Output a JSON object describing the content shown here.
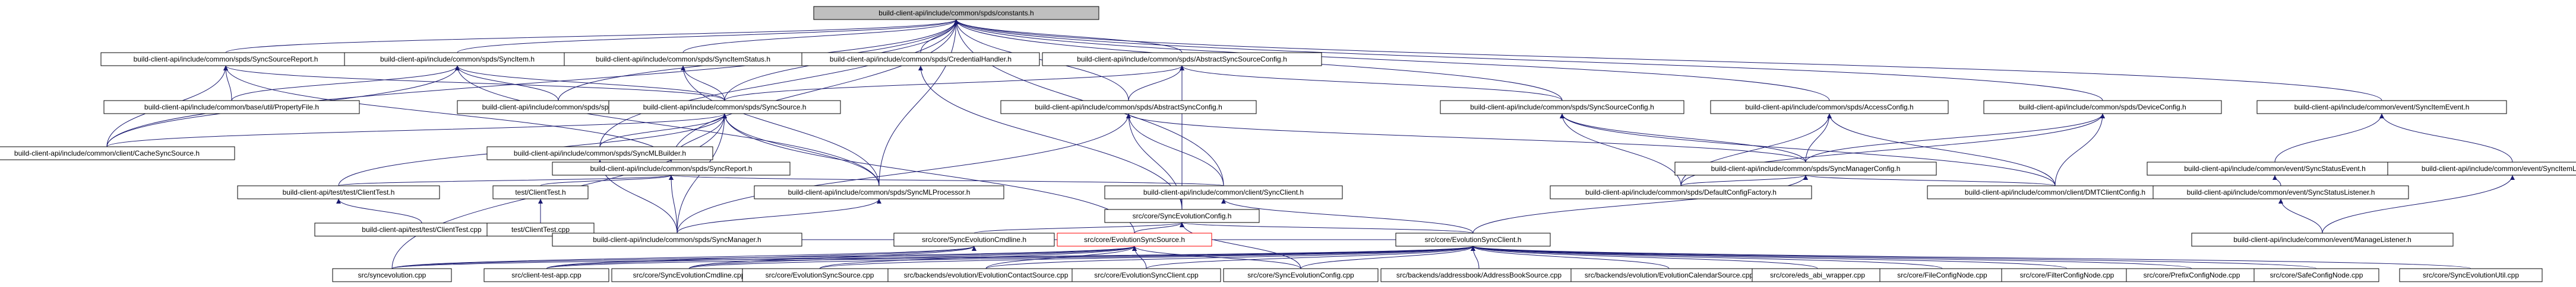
{
  "colors": {
    "edge": "#191970",
    "root_fill": "#bfbfbf",
    "node_border": "#000000",
    "red_border": "#ff0000"
  },
  "nodes": [
    {
      "id": "constants",
      "label": "build-client-api/include/common/spds/constants.h",
      "root": true
    },
    {
      "id": "SyncSourceReport",
      "label": "build-client-api/include/common/spds/SyncSourceReport.h"
    },
    {
      "id": "SyncItem",
      "label": "build-client-api/include/common/spds/SyncItem.h"
    },
    {
      "id": "SyncItemStatus",
      "label": "build-client-api/include/common/spds/SyncItemStatus.h"
    },
    {
      "id": "CredentialHandler",
      "label": "build-client-api/include/common/spds/CredentialHandler.h"
    },
    {
      "id": "AbstractSyncSourceConfig",
      "label": "build-client-api/include/common/spds/AbstractSyncSourceConfig.h"
    },
    {
      "id": "PropertyFile",
      "label": "build-client-api/include/common/base/util/PropertyFile.h"
    },
    {
      "id": "spdsutils",
      "label": "build-client-api/include/common/spds/spdsutils.h"
    },
    {
      "id": "SyncSource",
      "label": "build-client-api/include/common/spds/SyncSource.h"
    },
    {
      "id": "AbstractSyncConfig",
      "label": "build-client-api/include/common/spds/AbstractSyncConfig.h"
    },
    {
      "id": "SyncSourceConfig",
      "label": "build-client-api/include/common/spds/SyncSourceConfig.h"
    },
    {
      "id": "AccessConfig",
      "label": "build-client-api/include/common/spds/AccessConfig.h"
    },
    {
      "id": "DeviceConfig",
      "label": "build-client-api/include/common/spds/DeviceConfig.h"
    },
    {
      "id": "SyncItemEvent",
      "label": "build-client-api/include/common/event/SyncItemEvent.h"
    },
    {
      "id": "CacheSyncSource",
      "label": "build-client-api/include/common/client/CacheSyncSource.h"
    },
    {
      "id": "SyncMLBuilder",
      "label": "build-client-api/include/common/spds/SyncMLBuilder.h"
    },
    {
      "id": "SyncManagerConfig",
      "label": "build-client-api/include/common/spds/SyncManagerConfig.h"
    },
    {
      "id": "SyncStatusEvent",
      "label": "build-client-api/include/common/event/SyncStatusEvent.h"
    },
    {
      "id": "SyncItemListener",
      "label": "build-client-api/include/common/event/SyncItemListener.h"
    },
    {
      "id": "ClientTest_h",
      "label": "build-client-api/test/test/ClientTest.h"
    },
    {
      "id": "SyncReport",
      "label": "build-client-api/include/common/spds/SyncReport.h"
    },
    {
      "id": "TestClientTest_h",
      "label": "test/ClientTest.h"
    },
    {
      "id": "SyncMLProcessor",
      "label": "build-client-api/include/common/spds/SyncMLProcessor.h"
    },
    {
      "id": "SyncClient",
      "label": "build-client-api/include/common/client/SyncClient.h"
    },
    {
      "id": "DefaultConfigFactory",
      "label": "build-client-api/include/common/spds/DefaultConfigFactory.h"
    },
    {
      "id": "DMTClientConfig",
      "label": "build-client-api/include/common/client/DMTClientConfig.h"
    },
    {
      "id": "SyncStatusListener",
      "label": "build-client-api/include/common/event/SyncStatusListener.h"
    },
    {
      "id": "ClientTest_cpp_build",
      "label": "build-client-api/test/test/ClientTest.cpp"
    },
    {
      "id": "ClientTest_cpp",
      "label": "test/ClientTest.cpp"
    },
    {
      "id": "SyncEvolutionConfig_h",
      "label": "src/core/SyncEvolutionConfig.h"
    },
    {
      "id": "SyncManager",
      "label": "build-client-api/include/common/spds/SyncManager.h"
    },
    {
      "id": "SyncEvolutionCmdline_h",
      "label": "src/core/SyncEvolutionCmdline.h"
    },
    {
      "id": "EvolutionSyncSource_h",
      "label": "src/core/EvolutionSyncSource.h",
      "red": true
    },
    {
      "id": "EvolutionSyncClient_h",
      "label": "src/core/EvolutionSyncClient.h"
    },
    {
      "id": "ManageListener",
      "label": "build-client-api/include/common/event/ManageListener.h"
    },
    {
      "id": "syncevolution_cpp",
      "label": "src/syncevolution.cpp"
    },
    {
      "id": "client_test_app",
      "label": "src/client-test-app.cpp"
    },
    {
      "id": "SyncEvolutionCmdline_cpp",
      "label": "src/core/SyncEvolutionCmdline.cpp"
    },
    {
      "id": "EvolutionSyncSource_cpp",
      "label": "src/core/EvolutionSyncSource.cpp"
    },
    {
      "id": "EvolutionContactSource",
      "label": "src/backends/evolution/EvolutionContactSource.cpp"
    },
    {
      "id": "EvolutionSyncClient_cpp",
      "label": "src/core/EvolutionSyncClient.cpp"
    },
    {
      "id": "SyncEvolutionConfig_cpp",
      "label": "src/core/SyncEvolutionConfig.cpp"
    },
    {
      "id": "AddressBookSource",
      "label": "src/backends/addressbook/AddressBookSource.cpp"
    },
    {
      "id": "EvolutionCalendarSource",
      "label": "src/backends/evolution/EvolutionCalendarSource.cpp"
    },
    {
      "id": "eds_abi_wrapper",
      "label": "src/core/eds_abi_wrapper.cpp"
    },
    {
      "id": "FileConfigNode",
      "label": "src/core/FileConfigNode.cpp"
    },
    {
      "id": "FilterConfigNode",
      "label": "src/core/FilterConfigNode.cpp"
    },
    {
      "id": "PrefixConfigNode",
      "label": "src/core/PrefixConfigNode.cpp"
    },
    {
      "id": "SafeConfigNode",
      "label": "src/core/SafeConfigNode.cpp"
    },
    {
      "id": "SyncEvolutionUtil",
      "label": "src/core/SyncEvolutionUtil.cpp"
    }
  ],
  "edges": [
    [
      "SyncSourceReport",
      "constants"
    ],
    [
      "SyncItem",
      "constants"
    ],
    [
      "SyncItemStatus",
      "constants"
    ],
    [
      "CredentialHandler",
      "constants"
    ],
    [
      "AbstractSyncSourceConfig",
      "constants"
    ],
    [
      "SyncSource",
      "constants"
    ],
    [
      "AbstractSyncConfig",
      "constants"
    ],
    [
      "SyncSourceConfig",
      "constants"
    ],
    [
      "AccessConfig",
      "constants"
    ],
    [
      "DeviceConfig",
      "constants"
    ],
    [
      "SyncItemEvent",
      "constants"
    ],
    [
      "CacheSyncSource",
      "constants"
    ],
    [
      "SyncMLBuilder",
      "constants"
    ],
    [
      "SyncReport",
      "constants"
    ],
    [
      "SyncMLProcessor",
      "constants"
    ],
    [
      "SyncClient",
      "constants"
    ],
    [
      "spdsutils",
      "constants"
    ],
    [
      "PropertyFile",
      "SyncSourceReport"
    ],
    [
      "SyncSource",
      "SyncSourceReport"
    ],
    [
      "CacheSyncSource",
      "SyncSourceReport"
    ],
    [
      "SyncReport",
      "SyncSourceReport"
    ],
    [
      "spdsutils",
      "SyncItem"
    ],
    [
      "SyncSource",
      "SyncItem"
    ],
    [
      "CacheSyncSource",
      "SyncItem"
    ],
    [
      "SyncMLProcessor",
      "SyncItem"
    ],
    [
      "PropertyFile",
      "SyncItem"
    ],
    [
      "SyncSource",
      "SyncItemStatus"
    ],
    [
      "SyncMLProcessor",
      "SyncItemStatus"
    ],
    [
      "SyncEvolutionConfig_h",
      "CredentialHandler"
    ],
    [
      "SyncSource",
      "AbstractSyncSourceConfig"
    ],
    [
      "AbstractSyncConfig",
      "AbstractSyncSourceConfig"
    ],
    [
      "SyncSourceConfig",
      "AbstractSyncSourceConfig"
    ],
    [
      "SyncEvolutionConfig_h",
      "AbstractSyncSourceConfig"
    ],
    [
      "CacheSyncSource",
      "SyncSource"
    ],
    [
      "SyncMLBuilder",
      "SyncSource"
    ],
    [
      "SyncReport",
      "SyncSource"
    ],
    [
      "ClientTest_h",
      "SyncSource"
    ],
    [
      "SyncMLProcessor",
      "SyncSource"
    ],
    [
      "EvolutionSyncSource_h",
      "SyncSource"
    ],
    [
      "SyncManager",
      "SyncSource"
    ],
    [
      "syncevolution_cpp",
      "SyncSource"
    ],
    [
      "SyncEvolutionConfig_h",
      "AbstractSyncConfig"
    ],
    [
      "SyncManagerConfig",
      "AbstractSyncConfig"
    ],
    [
      "SyncClient",
      "AbstractSyncConfig"
    ],
    [
      "SyncManager",
      "AbstractSyncConfig"
    ],
    [
      "SyncManagerConfig",
      "SyncSourceConfig"
    ],
    [
      "DefaultConfigFactory",
      "SyncSourceConfig"
    ],
    [
      "DMTClientConfig",
      "SyncSourceConfig"
    ],
    [
      "SyncManagerConfig",
      "AccessConfig"
    ],
    [
      "DefaultConfigFactory",
      "AccessConfig"
    ],
    [
      "DMTClientConfig",
      "AccessConfig"
    ],
    [
      "SyncManagerConfig",
      "DeviceConfig"
    ],
    [
      "DefaultConfigFactory",
      "DeviceConfig"
    ],
    [
      "DMTClientConfig",
      "DeviceConfig"
    ],
    [
      "SyncStatusEvent",
      "SyncItemEvent"
    ],
    [
      "SyncItemListener",
      "SyncItemEvent"
    ],
    [
      "SyncStatusListener",
      "SyncStatusEvent"
    ],
    [
      "ManageListener",
      "SyncItemListener"
    ],
    [
      "ManageListener",
      "SyncStatusListener"
    ],
    [
      "SyncManager",
      "SyncMLBuilder"
    ],
    [
      "SyncClient",
      "SyncReport"
    ],
    [
      "SyncManager",
      "SyncReport"
    ],
    [
      "ClientTest_h",
      "SyncReport"
    ],
    [
      "TestClientTest_h",
      "SyncReport"
    ],
    [
      "DefaultConfigFactory",
      "SyncManagerConfig"
    ],
    [
      "DMTClientConfig",
      "SyncManagerConfig"
    ],
    [
      "EvolutionSyncClient_h",
      "SyncManagerConfig"
    ],
    [
      "ClientTest_cpp_build",
      "ClientTest_h"
    ],
    [
      "ClientTest_cpp",
      "TestClientTest_h"
    ],
    [
      "SyncManager",
      "SyncMLProcessor"
    ],
    [
      "EvolutionSyncClient_h",
      "SyncClient"
    ],
    [
      "SyncEvolutionCmdline_h",
      "SyncEvolutionConfig_h"
    ],
    [
      "EvolutionSyncClient_h",
      "SyncEvolutionConfig_h"
    ],
    [
      "SyncEvolutionConfig_cpp",
      "SyncEvolutionConfig_h"
    ],
    [
      "EvolutionSyncSource_h",
      "SyncEvolutionConfig_h"
    ],
    [
      "syncevolution_cpp",
      "SyncEvolutionCmdline_h"
    ],
    [
      "client_test_app",
      "SyncEvolutionCmdline_h"
    ],
    [
      "SyncEvolutionCmdline_cpp",
      "SyncEvolutionCmdline_h"
    ],
    [
      "syncevolution_cpp",
      "EvolutionSyncSource_h"
    ],
    [
      "client_test_app",
      "EvolutionSyncSource_h"
    ],
    [
      "SyncEvolutionCmdline_cpp",
      "EvolutionSyncSource_h"
    ],
    [
      "EvolutionSyncSource_cpp",
      "EvolutionSyncSource_h"
    ],
    [
      "EvolutionContactSource",
      "EvolutionSyncSource_h"
    ],
    [
      "EvolutionSyncClient_cpp",
      "EvolutionSyncSource_h"
    ],
    [
      "SyncEvolutionConfig_cpp",
      "EvolutionSyncSource_h"
    ],
    [
      "syncevolution_cpp",
      "EvolutionSyncClient_h"
    ],
    [
      "client_test_app",
      "EvolutionSyncClient_h"
    ],
    [
      "SyncEvolutionCmdline_cpp",
      "EvolutionSyncClient_h"
    ],
    [
      "EvolutionSyncSource_cpp",
      "EvolutionSyncClient_h"
    ],
    [
      "EvolutionContactSource",
      "EvolutionSyncClient_h"
    ],
    [
      "EvolutionSyncClient_cpp",
      "EvolutionSyncClient_h"
    ],
    [
      "SyncEvolutionConfig_cpp",
      "EvolutionSyncClient_h"
    ],
    [
      "AddressBookSource",
      "EvolutionSyncClient_h"
    ],
    [
      "EvolutionCalendarSource",
      "EvolutionSyncClient_h"
    ],
    [
      "eds_abi_wrapper",
      "EvolutionSyncClient_h"
    ],
    [
      "FileConfigNode",
      "EvolutionSyncClient_h"
    ],
    [
      "FilterConfigNode",
      "EvolutionSyncClient_h"
    ],
    [
      "PrefixConfigNode",
      "EvolutionSyncClient_h"
    ],
    [
      "SafeConfigNode",
      "EvolutionSyncClient_h"
    ],
    [
      "SyncEvolutionUtil",
      "EvolutionSyncClient_h"
    ],
    [
      "EvolutionSyncClient_h",
      "SyncManager"
    ]
  ]
}
